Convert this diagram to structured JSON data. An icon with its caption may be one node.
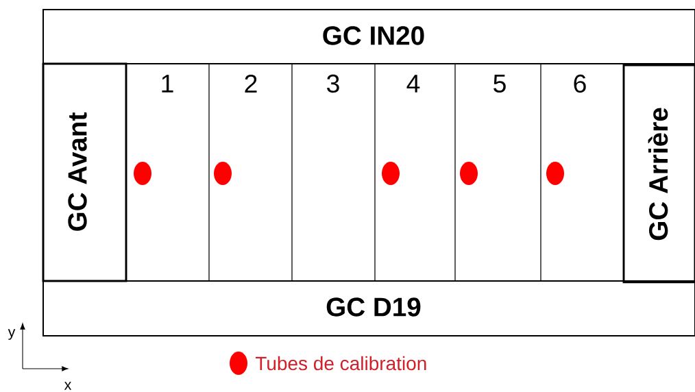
{
  "diagram": {
    "nodes": [
      {
        "text": [
          "GC IN20"
        ]
      },
      {
        "text": [
          "GC Avant"
        ]
      },
      {
        "text": [
          "1"
        ]
      },
      {
        "text": [
          "2"
        ]
      },
      {
        "text": [
          "3"
        ]
      },
      {
        "text": [
          "4"
        ]
      },
      {
        "text": [
          "5"
        ]
      },
      {
        "text": [
          "6"
        ]
      },
      {
        "text": [
          "GC Arrière"
        ]
      },
      {
        "text": [
          "GC D19"
        ]
      }
    ],
    "labels": [
      "y",
      "x"
    ],
    "legend": [
      {
        "text": "Tubes de calibration",
        "color": "#ff0000"
      }
    ]
  }
}
